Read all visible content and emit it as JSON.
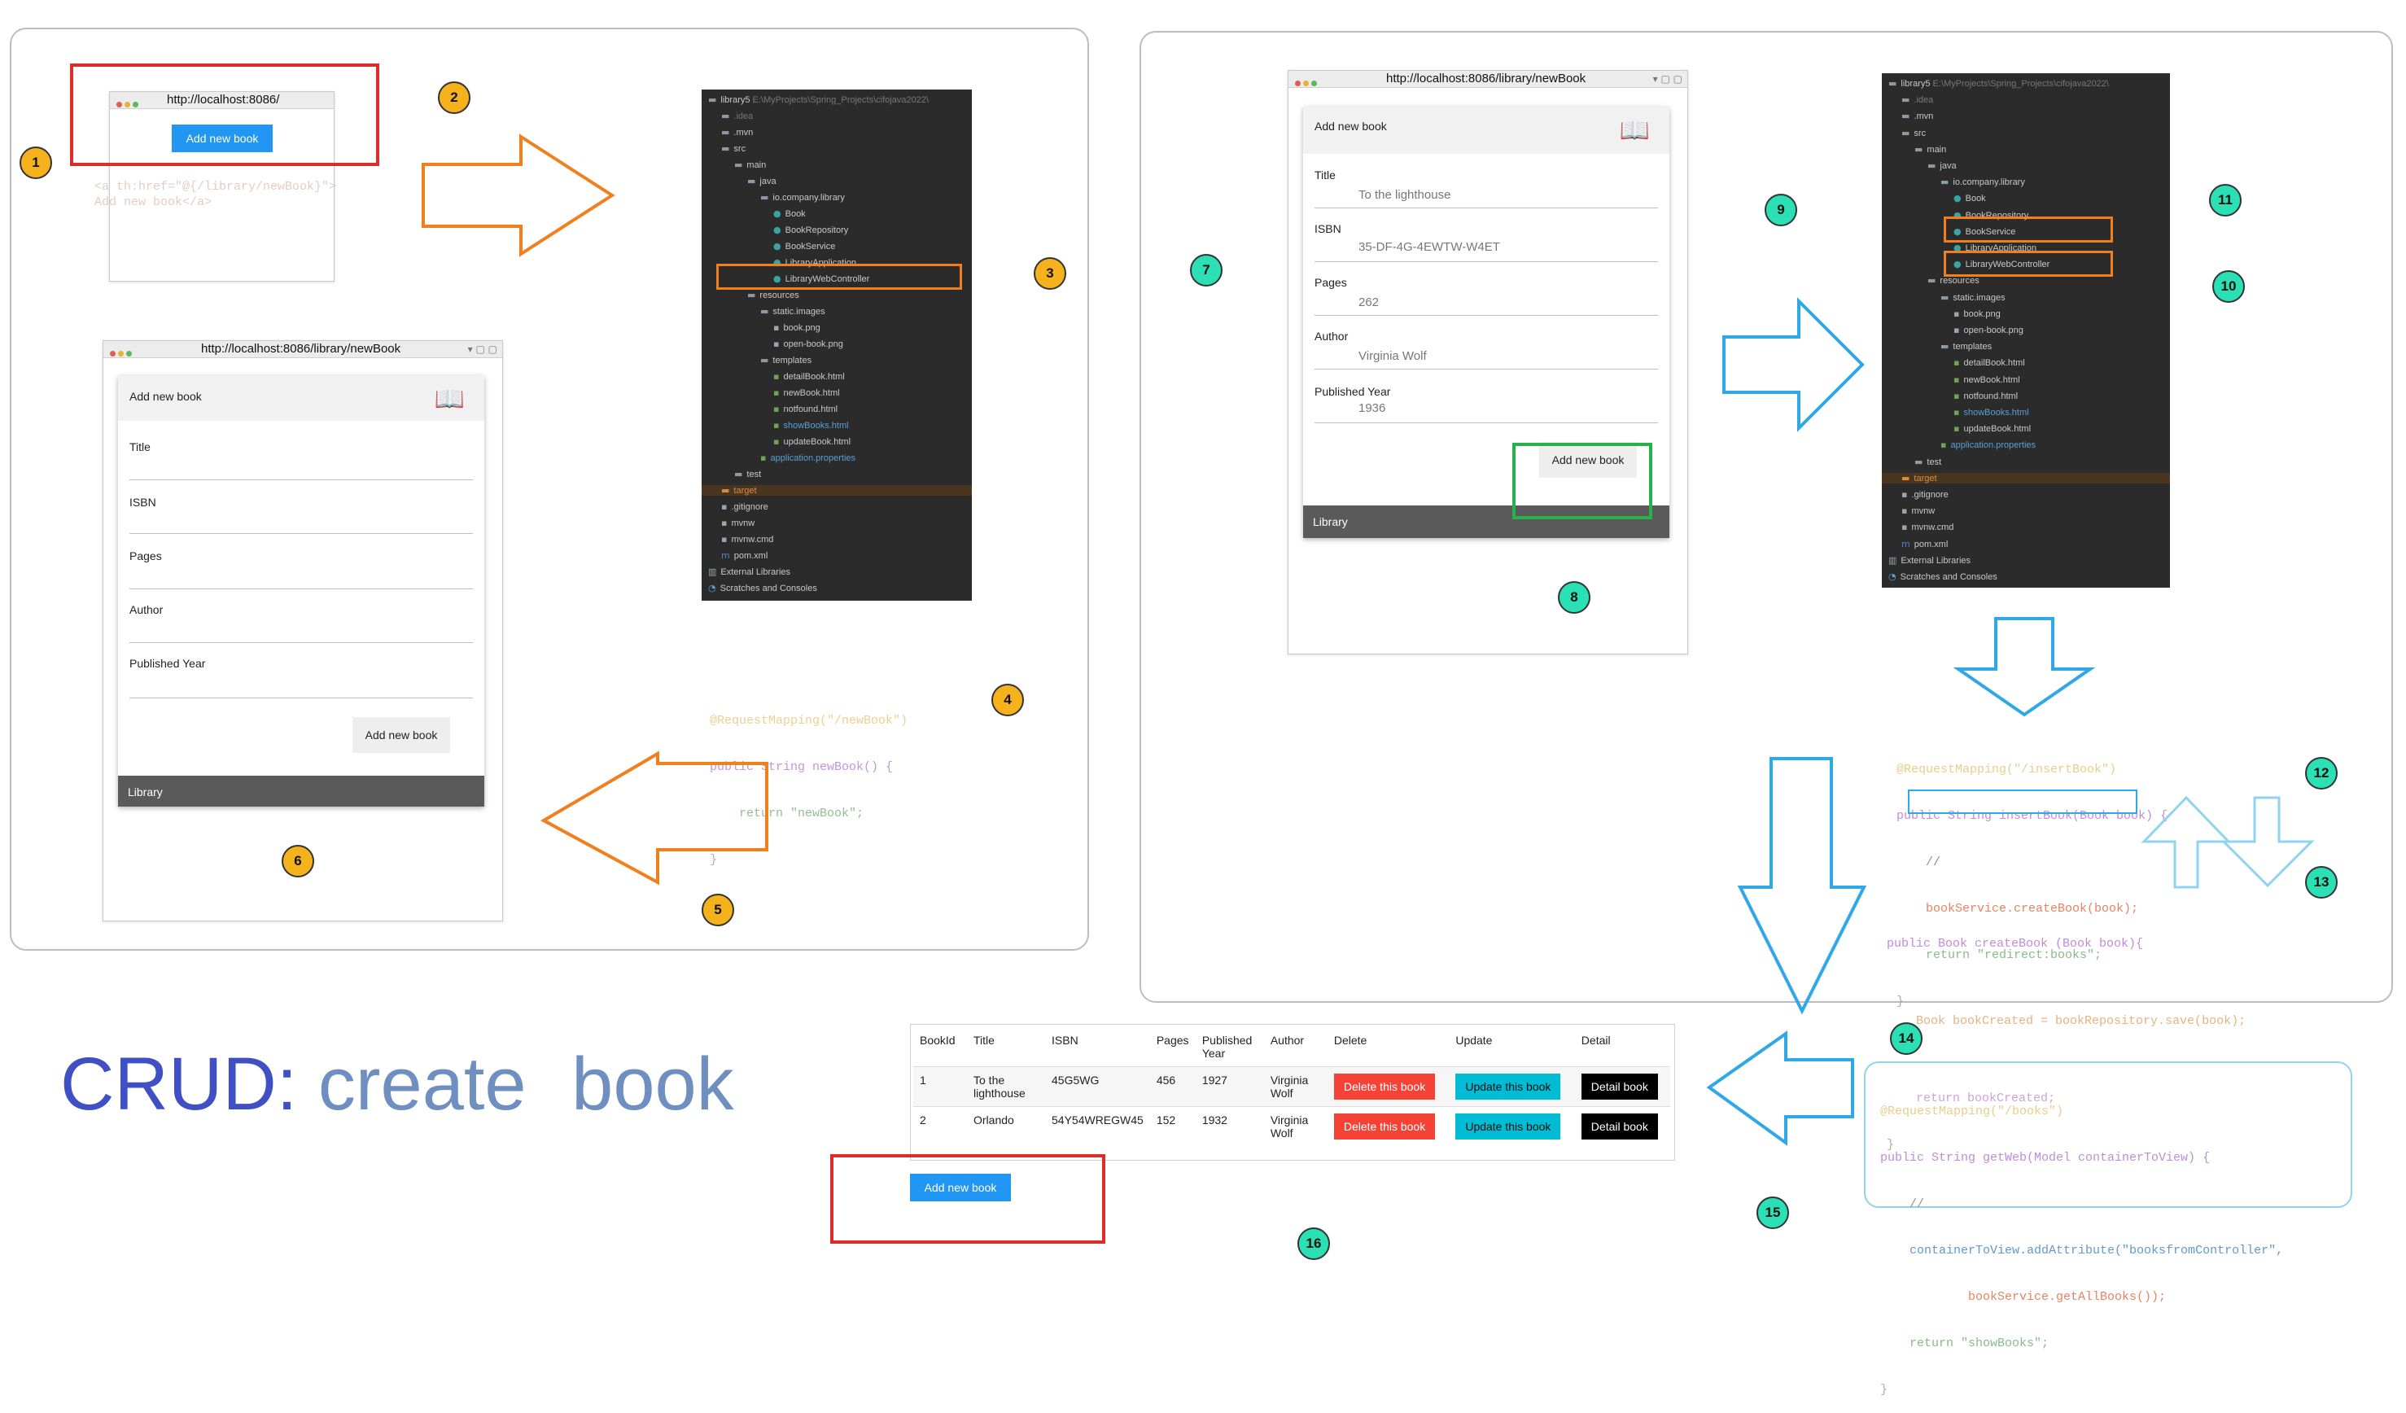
{
  "title": {
    "prefix": "CRUD:",
    "word1": "create",
    "word2": "book",
    "prefix_color": "#3f4fc4",
    "word_color": "#6f8fc1"
  },
  "badges": [
    "1",
    "2",
    "3",
    "4",
    "5",
    "6",
    "7",
    "8",
    "9",
    "10",
    "11",
    "12",
    "13",
    "14",
    "15",
    "16"
  ],
  "colors": {
    "orange": "#f6b21c",
    "teal": "#2be0b5",
    "arrow_orange": "#f07f1c",
    "arrow_blue": "#2ea8e6",
    "box_red": "#e02b2b",
    "box_green": "#27b14a",
    "primary_btn": "#2196f3",
    "delete_btn": "#f44336",
    "update_btn": "#00bcd4",
    "detail_btn": "#000000"
  },
  "home": {
    "url": "http://localhost:8086/",
    "button": "Add new book",
    "code": [
      "<a th:href=\"@{/library/newBook}\">",
      "Add new book</a>"
    ]
  },
  "form_empty": {
    "url": "http://localhost:8086/library/newBook",
    "header": "Add new book",
    "labels": [
      "Title",
      "ISBN",
      "Pages",
      "Author",
      "Published Year"
    ],
    "button": "Add new book",
    "footer": "Library"
  },
  "form_filled": {
    "url": "http://localhost:8086/library/newBook",
    "header": "Add new book",
    "fields": [
      {
        "label": "Title",
        "value": "To the lighthouse"
      },
      {
        "label": "ISBN",
        "value": "35-DF-4G-4EWTW-W4ET"
      },
      {
        "label": "Pages",
        "value": "262"
      },
      {
        "label": "Author",
        "value": "Virginia Wolf"
      },
      {
        "label": "Published Year",
        "value": "1936"
      }
    ],
    "button": "Add new book",
    "footer": "Library"
  },
  "project_tree_1": {
    "path": "E:\\MyProjects\\Spring_Projects\\cifojava2022\\",
    "items": [
      {
        "text": "library5",
        "d": 0,
        "icon": "folder-icon",
        "kind": "root"
      },
      {
        "text": ".idea",
        "d": 1,
        "icon": "folder-icon",
        "kind": "dim"
      },
      {
        "text": ".mvn",
        "d": 1,
        "icon": "folder-icon"
      },
      {
        "text": "src",
        "d": 1,
        "icon": "folder-icon"
      },
      {
        "text": "main",
        "d": 2,
        "icon": "folder-icon"
      },
      {
        "text": "java",
        "d": 3,
        "icon": "folder-icon"
      },
      {
        "text": "io.company.library",
        "d": 4,
        "icon": "package-icon"
      },
      {
        "text": "Book",
        "d": 5,
        "icon": "class-icon"
      },
      {
        "text": "BookRepository",
        "d": 5,
        "icon": "class-icon"
      },
      {
        "text": "BookService",
        "d": 5,
        "icon": "class-icon"
      },
      {
        "text": "LibraryApplication",
        "d": 5,
        "icon": "class-icon"
      },
      {
        "text": "LibraryWebController",
        "d": 5,
        "icon": "class-icon",
        "kind": "sel"
      },
      {
        "text": "resources",
        "d": 3,
        "icon": "folder-icon"
      },
      {
        "text": "static.images",
        "d": 4,
        "icon": "folder-icon"
      },
      {
        "text": "book.png",
        "d": 5,
        "icon": "image-icon"
      },
      {
        "text": "open-book.png",
        "d": 5,
        "icon": "image-icon"
      },
      {
        "text": "templates",
        "d": 4,
        "icon": "folder-icon"
      },
      {
        "text": "detailBook.html",
        "d": 5,
        "icon": "html-icon"
      },
      {
        "text": "newBook.html",
        "d": 5,
        "icon": "html-icon"
      },
      {
        "text": "notfound.html",
        "d": 5,
        "icon": "html-icon"
      },
      {
        "text": "showBooks.html",
        "d": 5,
        "icon": "html-icon",
        "kind": "blue"
      },
      {
        "text": "updateBook.html",
        "d": 5,
        "icon": "html-icon"
      },
      {
        "text": "application.properties",
        "d": 4,
        "icon": "properties-icon",
        "kind": "blue"
      },
      {
        "text": "test",
        "d": 2,
        "icon": "folder-icon"
      },
      {
        "text": "target",
        "d": 1,
        "icon": "folder-icon",
        "kind": "target"
      },
      {
        "text": ".gitignore",
        "d": 1,
        "icon": "file-icon"
      },
      {
        "text": "mvnw",
        "d": 1,
        "icon": "file-icon"
      },
      {
        "text": "mvnw.cmd",
        "d": 1,
        "icon": "file-icon"
      },
      {
        "text": "pom.xml",
        "d": 1,
        "icon": "maven-icon"
      },
      {
        "text": "External Libraries",
        "d": 0,
        "icon": "library-icon"
      },
      {
        "text": "Scratches and Consoles",
        "d": 0,
        "icon": "scratch-icon"
      }
    ]
  },
  "project_tree_2": {
    "path": "E:\\MyProjects\\Spring_Projects\\cifojava2022\\",
    "items": [
      {
        "text": "library5",
        "d": 0,
        "icon": "folder-icon",
        "kind": "root"
      },
      {
        "text": ".idea",
        "d": 1,
        "icon": "folder-icon",
        "kind": "dim"
      },
      {
        "text": ".mvn",
        "d": 1,
        "icon": "folder-icon"
      },
      {
        "text": "src",
        "d": 1,
        "icon": "folder-icon"
      },
      {
        "text": "main",
        "d": 2,
        "icon": "folder-icon"
      },
      {
        "text": "java",
        "d": 3,
        "icon": "folder-icon"
      },
      {
        "text": "io.company.library",
        "d": 4,
        "icon": "package-icon"
      },
      {
        "text": "Book",
        "d": 5,
        "icon": "class-icon"
      },
      {
        "text": "BookRepository",
        "d": 5,
        "icon": "class-icon"
      },
      {
        "text": "BookService",
        "d": 5,
        "icon": "class-icon",
        "kind": "sel"
      },
      {
        "text": "LibraryApplication",
        "d": 5,
        "icon": "class-icon"
      },
      {
        "text": "LibraryWebController",
        "d": 5,
        "icon": "class-icon",
        "kind": "sel"
      },
      {
        "text": "resources",
        "d": 3,
        "icon": "folder-icon"
      },
      {
        "text": "static.images",
        "d": 4,
        "icon": "folder-icon"
      },
      {
        "text": "book.png",
        "d": 5,
        "icon": "image-icon"
      },
      {
        "text": "open-book.png",
        "d": 5,
        "icon": "image-icon"
      },
      {
        "text": "templates",
        "d": 4,
        "icon": "folder-icon"
      },
      {
        "text": "detailBook.html",
        "d": 5,
        "icon": "html-icon"
      },
      {
        "text": "newBook.html",
        "d": 5,
        "icon": "html-icon"
      },
      {
        "text": "notfound.html",
        "d": 5,
        "icon": "html-icon"
      },
      {
        "text": "showBooks.html",
        "d": 5,
        "icon": "html-icon",
        "kind": "blue"
      },
      {
        "text": "updateBook.html",
        "d": 5,
        "icon": "html-icon"
      },
      {
        "text": "application.properties",
        "d": 4,
        "icon": "properties-icon",
        "kind": "blue"
      },
      {
        "text": "test",
        "d": 2,
        "icon": "folder-icon"
      },
      {
        "text": "target",
        "d": 1,
        "icon": "folder-icon",
        "kind": "target"
      },
      {
        "text": ".gitignore",
        "d": 1,
        "icon": "file-icon"
      },
      {
        "text": "mvnw",
        "d": 1,
        "icon": "file-icon"
      },
      {
        "text": "mvnw.cmd",
        "d": 1,
        "icon": "file-icon"
      },
      {
        "text": "pom.xml",
        "d": 1,
        "icon": "maven-icon"
      },
      {
        "text": "External Libraries",
        "d": 0,
        "icon": "library-icon"
      },
      {
        "text": "Scratches and Consoles",
        "d": 0,
        "icon": "scratch-icon"
      }
    ]
  },
  "code_newbook": [
    "@RequestMapping(\"/newBook\")",
    "public String newBook() {",
    "    return \"newBook\";",
    "}"
  ],
  "code_insertbook": [
    "@RequestMapping(\"/insertBook\")",
    "public String insertBook(Book book) {",
    "    //",
    "    bookService.createBook(book);",
    "    return \"redirect:books\";",
    "}"
  ],
  "code_createbook": [
    "public Book createBook (Book book){",
    "",
    "    Book bookCreated = bookRepository.save(book);",
    "",
    "    return bookCreated;",
    "}"
  ],
  "code_getweb": [
    "@RequestMapping(\"/books\")",
    "public String getWeb(Model containerToView) {",
    "    //",
    "    containerToView.addAttribute(\"booksfromController\",",
    "            bookService.getAllBooks());",
    "    return \"showBooks\";",
    "}"
  ],
  "books_table": {
    "headers": [
      "BookId",
      "Title",
      "ISBN",
      "Pages",
      "Published Year",
      "Author",
      "Delete",
      "Update",
      "Detail"
    ],
    "rows": [
      {
        "id": "1",
        "title": "To the lighthouse",
        "isbn": "45G5WG",
        "pages": "456",
        "year": "1927",
        "author": "Virginia Wolf"
      },
      {
        "id": "2",
        "title": "Orlando",
        "isbn": "54Y54WREGW45",
        "pages": "152",
        "year": "1932",
        "author": "Virginia Wolf"
      }
    ],
    "delete_label": "Delete this book",
    "update_label": "Update this book",
    "detail_label": "Detail book",
    "add_button": "Add new book"
  }
}
